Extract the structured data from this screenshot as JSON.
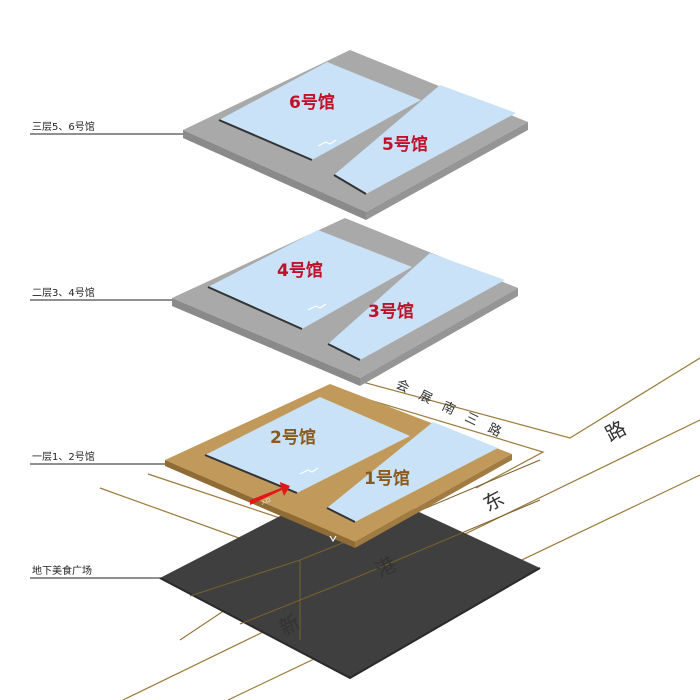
{
  "floor_labels": {
    "floor3": "三层5、6号馆",
    "floor2": "二层3、4号馆",
    "floor1": "一层1、2号馆",
    "basement": "地下美食广场"
  },
  "halls": {
    "h6": "6号馆",
    "h5": "5号馆",
    "h4": "4号馆",
    "h3": "3号馆",
    "h2": "2号馆",
    "h1": "1号馆"
  },
  "roads": {
    "huizhan": [
      "会",
      "展",
      "南",
      "三",
      "路"
    ],
    "lu": "路",
    "dong": "东",
    "gang": "港",
    "xin": "新"
  },
  "entrance_text": "入口",
  "colors": {
    "hall_fill": "#c9e2f7",
    "gray_floor": "#a9a9a9",
    "gold_floor": "#c19a5b",
    "basement": "#3f3f3f",
    "hall_label_red": "#c0102a",
    "hall_label_brown": "#8b5a1a",
    "road_line": "#9c7a3c",
    "entrance": "#e01818"
  }
}
